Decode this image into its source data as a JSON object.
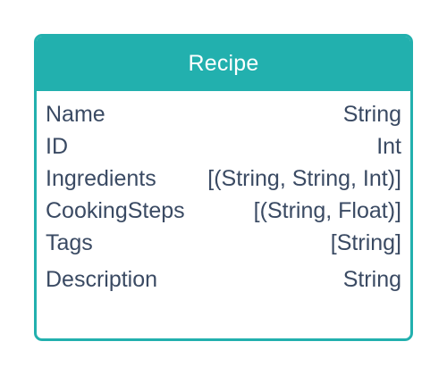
{
  "entity": {
    "title": "Recipe",
    "fields": [
      {
        "name": "Name",
        "type": "String"
      },
      {
        "name": "ID",
        "type": "Int"
      },
      {
        "name": "Ingredients",
        "type": "[(String, String, Int)]"
      },
      {
        "name": "CookingSteps",
        "type": "[(String, Float)]"
      },
      {
        "name": "Tags",
        "type": "[String]"
      },
      {
        "name": "Description",
        "type": "String"
      }
    ]
  },
  "colors": {
    "accent": "#22b0ae",
    "text": "#3a4a63",
    "background": "#ffffff"
  }
}
